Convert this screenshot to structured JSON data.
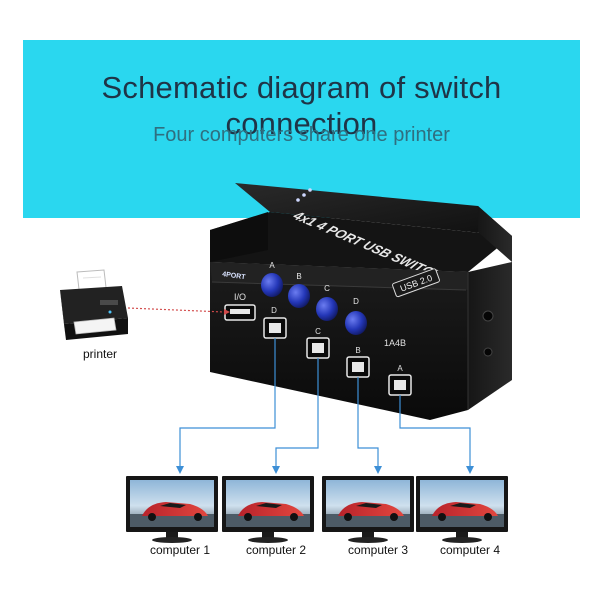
{
  "banner": {
    "title": "Schematic diagram of switch connection",
    "subtitle": "Four computers share one printer",
    "color": "#2ad7ef"
  },
  "switch": {
    "top_label": "4x1  4 PORT USB SWITCH",
    "version_badge": "USB 2.0",
    "brand": "4PORT",
    "io_label": "I/O",
    "rating_label": "1A4B",
    "buttons": [
      "A",
      "B",
      "C",
      "D"
    ],
    "port_labels": [
      "D",
      "C",
      "B",
      "A"
    ]
  },
  "printer": {
    "label": "printer"
  },
  "computers": [
    {
      "label": "computer 1"
    },
    {
      "label": "computer 2"
    },
    {
      "label": "computer 3"
    },
    {
      "label": "computer 4"
    }
  ],
  "colors": {
    "cable_blue": "#3d8fd6",
    "printer_cable": "#d24a4a",
    "switch_body": "#1b1b1b",
    "button_blue": "#2437b8"
  }
}
